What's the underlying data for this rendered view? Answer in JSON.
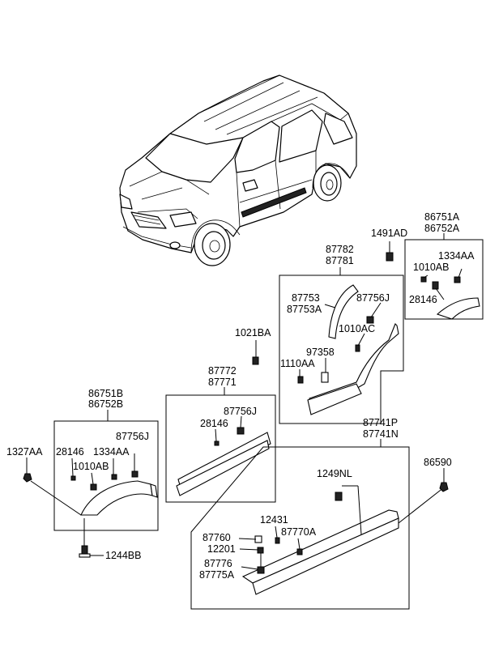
{
  "labels": {
    "l_86751A": "86751A",
    "l_86752A": "86752A",
    "l_1491AD": "1491AD",
    "l_1010AB_r": "1010AB",
    "l_1334AA_r": "1334AA",
    "l_28146_r": "28146",
    "l_87782": "87782",
    "l_87781": "87781",
    "l_87753": "87753",
    "l_87753A": "87753A",
    "l_87756J_r": "87756J",
    "l_1010AC": "1010AC",
    "l_1021BA": "1021BA",
    "l_97358": "97358",
    "l_1110AA": "1110AA",
    "l_87772": "87772",
    "l_87771": "87771",
    "l_87756J_m": "87756J",
    "l_28146_m": "28146",
    "l_86751B": "86751B",
    "l_86752B": "86752B",
    "l_1327AA": "1327AA",
    "l_28146_l": "28146",
    "l_1334AA_l": "1334AA",
    "l_87756J_l": "87756J",
    "l_1010AB_l": "1010AB",
    "l_1244BB": "1244BB",
    "l_87741P": "87741P",
    "l_87741N": "87741N",
    "l_86590": "86590",
    "l_1249NL": "1249NL",
    "l_12431": "12431",
    "l_87760": "87760",
    "l_87770A": "87770A",
    "l_12201": "12201",
    "l_87776": "87776",
    "l_87775A": "87775A"
  }
}
